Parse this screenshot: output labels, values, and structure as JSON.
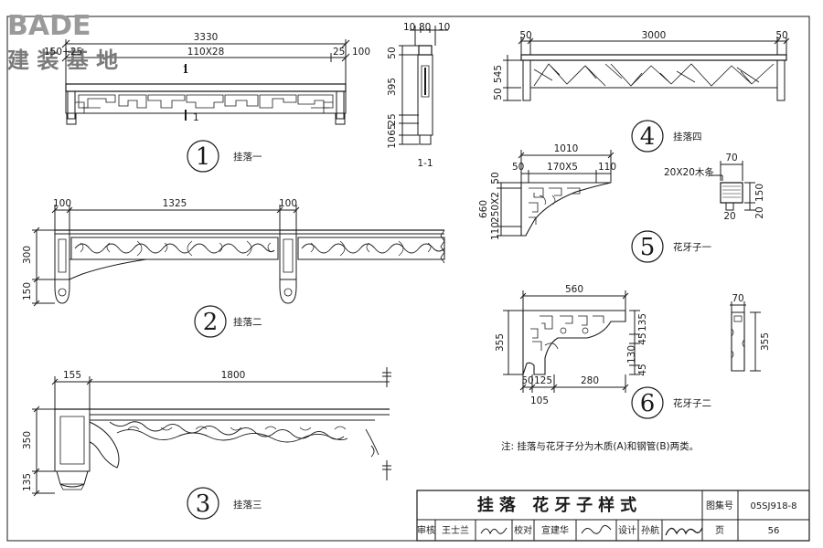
{
  "watermark": {
    "brand": "BADE",
    "cn": "建 装 基 地"
  },
  "fig1": {
    "overall": "3330",
    "beam": "110X28",
    "left_sub": "150+25",
    "right_a": "25",
    "right_b": "100",
    "sec_mark": "1",
    "label": "挂落一",
    "num": "1"
  },
  "section11": {
    "top_a": "10",
    "top_b": "80",
    "top_c": "10",
    "h1": "50",
    "h2": "395",
    "h3": "25",
    "h4": "65",
    "h5": "10",
    "caption": "1-1"
  },
  "fig2": {
    "left": "100",
    "span": "1325",
    "right": "100",
    "h_upper": "300",
    "h_lower": "150",
    "label": "挂落二",
    "num": "2"
  },
  "fig3": {
    "left": "155",
    "span": "1800",
    "h_upper": "350",
    "h_lower": "135",
    "label": "挂落三",
    "num": "3"
  },
  "fig4": {
    "left": "50",
    "span": "3000",
    "right": "50",
    "h_main": "545",
    "h_bottom": "50",
    "label": "挂落四",
    "num": "4"
  },
  "fig5": {
    "overall": "1010",
    "left": "50",
    "mid": "170X5",
    "right": "110",
    "h_total": "660",
    "h_top": "50",
    "h_mid": "250X2",
    "h_bot": "110",
    "strip": "20X20木条",
    "w": "70",
    "ha": "150",
    "hb": "20",
    "hc": "20",
    "label": "花牙子一",
    "num": "5"
  },
  "fig6": {
    "overall": "560",
    "h_total": "355",
    "ha": "135",
    "hb": "45",
    "hc": "130",
    "hd": "45",
    "b1": "50",
    "b2": "125",
    "b3": "280",
    "b4": "105",
    "side_w": "70",
    "side_h": "355",
    "label": "花牙子二",
    "num": "6"
  },
  "note": "注:  挂落与花牙子分为木质(A)和钢管(B)两类。",
  "title_block": {
    "title": "挂落   花牙子样式",
    "atlas_label": "图集号",
    "atlas_no": "05SJ918-8",
    "review_label": "审核",
    "reviewer": "王士兰",
    "check_label": "校对",
    "checker": "宣建华",
    "design_label": "设计",
    "designer": "孙航",
    "page_label": "页",
    "page_no": "56"
  }
}
